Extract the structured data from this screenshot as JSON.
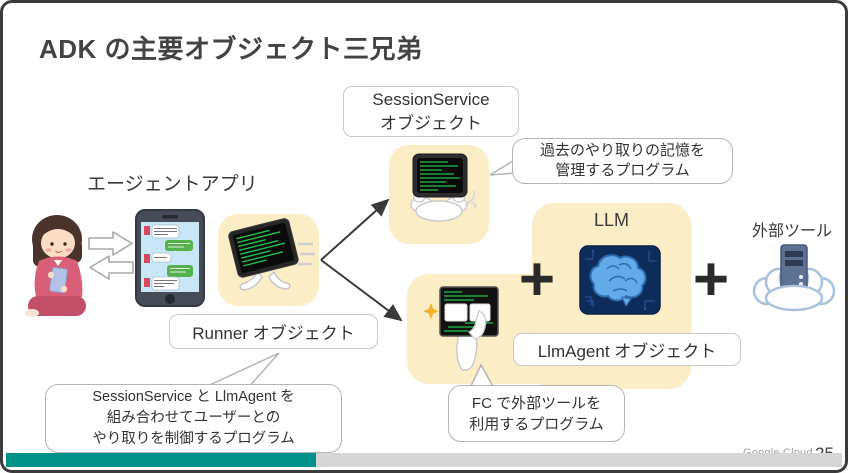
{
  "slide": {
    "title": "ADK の主要オブジェクト三兄弟",
    "footer_brand": "Google Cloud",
    "page_number": "25"
  },
  "labels": {
    "agent_app": "エージェントアプリ",
    "session_service": "SessionService\nオブジェクト",
    "runner": "Runner オブジェクト",
    "llm_agent": "LlmAgent オブジェクト",
    "llm": "LLM",
    "external_tools": "外部ツール",
    "plus_1": "+",
    "plus_2": "+"
  },
  "callouts": {
    "session_service_desc": "過去のやり取りの記憶を\n管理するプログラム",
    "runner_desc": "SessionService と LlmAgent を\n組み合わせてユーザーとの\nやり取りを制御するプログラム",
    "llm_agent_desc": "FC で外部ツールを\n利用するプログラム"
  },
  "icons": {
    "user": "user-girl-icon",
    "phone": "smartphone-chat-icon",
    "runner": "runner-terminal-icon",
    "session": "session-terminal-icon",
    "llm_agent": "window-terminal-icon",
    "brain": "brain-chip-icon",
    "external": "cloud-server-icon",
    "sparkle": "sparkle-icon"
  },
  "colors": {
    "highlight_box": "#FBEDC6",
    "accent_bar_teal": "#019189",
    "accent_bar_gray": "#D6D6D6",
    "title_text": "#434343",
    "terminal_green": "#21C24E",
    "brain_blue": "#63AAE8",
    "chat_green": "#55B14B"
  }
}
